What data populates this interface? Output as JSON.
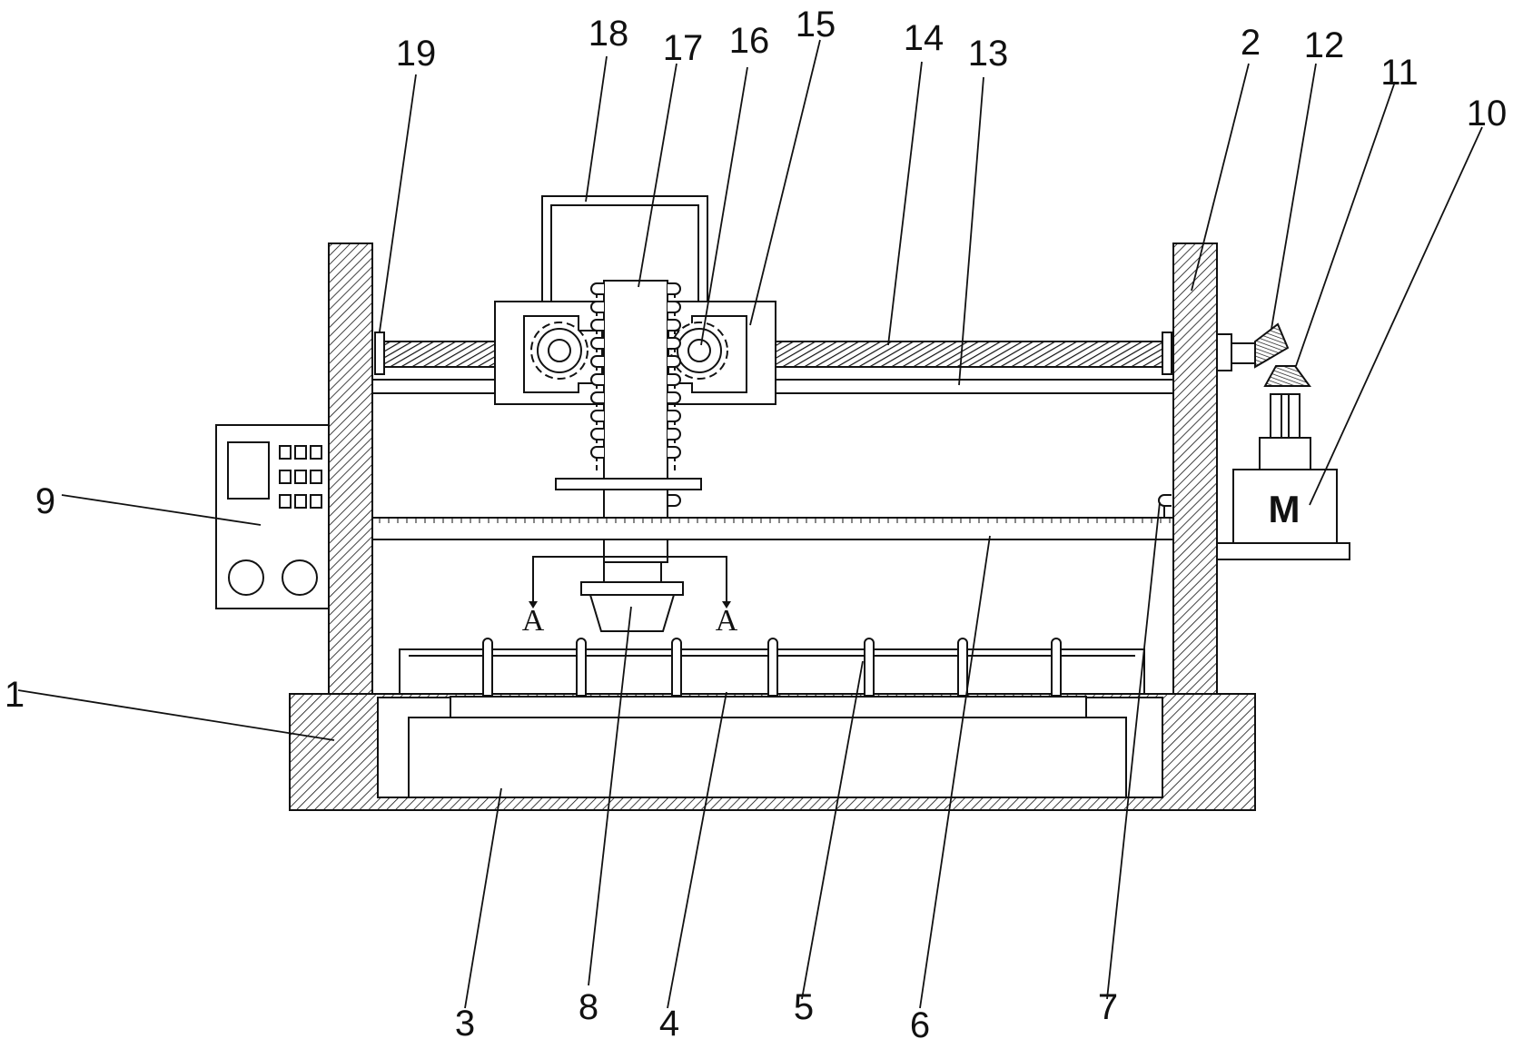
{
  "callouts": {
    "c1": "1",
    "c2": "2",
    "c3": "3",
    "c4": "4",
    "c5": "5",
    "c6": "6",
    "c7": "7",
    "c8": "8",
    "c9": "9",
    "c10": "10",
    "c11": "11",
    "c12": "12",
    "c13": "13",
    "c14": "14",
    "c15": "15",
    "c16": "16",
    "c17": "17",
    "c18": "18",
    "c19": "19"
  },
  "motor_label": "M",
  "section_marks": {
    "left": "A",
    "right": "A"
  }
}
